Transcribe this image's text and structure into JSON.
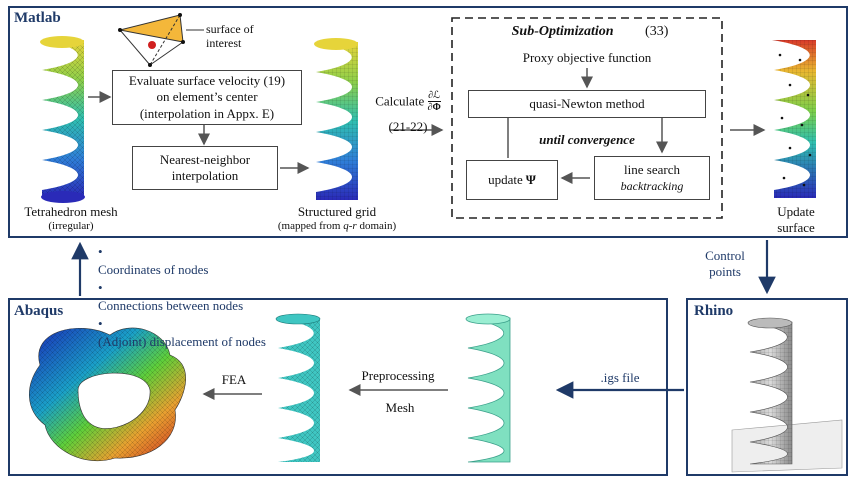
{
  "panels": {
    "matlab": {
      "title": "Matlab"
    },
    "abaqus": {
      "title": "Abaqus"
    },
    "rhino": {
      "title": "Rhino"
    }
  },
  "matlab": {
    "surface_label": "surface of\ninterest",
    "evaluate_box": "Evaluate surface velocity (19)\non element’s center\n(interpolation in Appx. E)",
    "nearest_box": "Nearest-neighbor\ninterpolation",
    "tet_mesh_title": "Tetrahedron mesh",
    "tet_mesh_sub": "(irregular)",
    "structured_title": "Structured grid",
    "structured_sub_prefix": "(mapped from ",
    "structured_sub_var": "q-r",
    "structured_sub_suffix": " domain)",
    "calculate_prefix": "Calculate",
    "frac_top": "∂ℒ",
    "frac_bottom": "∂Φ",
    "eq_ref": "(21-22)",
    "update_surface": "Update\nsurface"
  },
  "suboptimization": {
    "title": "Sub-Optimization",
    "eq_ref": "(33)",
    "proxy": "Proxy objective function",
    "quasi_newton": "quasi-Newton method",
    "until": "until convergence",
    "update_psi_prefix": "update ",
    "update_psi_symbol": "Ψ",
    "line_search": "line search",
    "backtracking": "backtracking"
  },
  "transfer": {
    "bullets": [
      "Coordinates of nodes",
      "Connections between nodes",
      "(Adjoint) displacement of nodes"
    ],
    "control_points": "Control\npoints",
    "igs_file": ".igs file"
  },
  "abaqus": {
    "fea": "FEA",
    "preprocessing": "Preprocessing",
    "mesh": "Mesh"
  }
}
